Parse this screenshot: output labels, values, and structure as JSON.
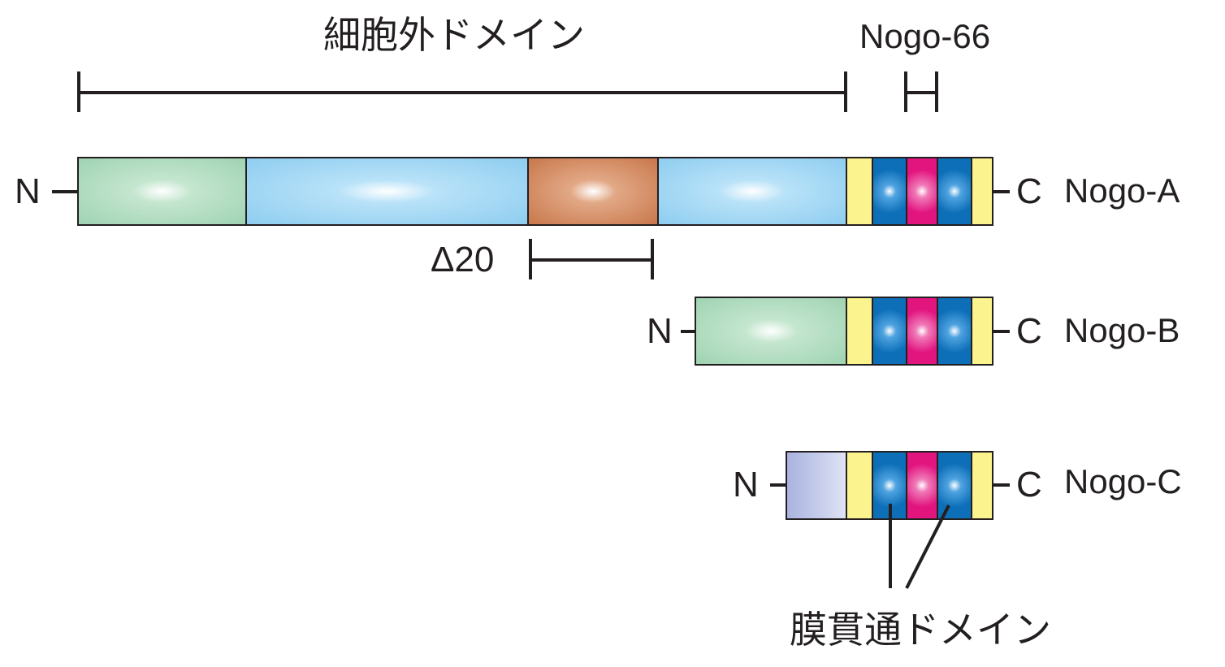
{
  "labels": {
    "extracellular_domain": "細胞外ドメイン",
    "nogo66": "Nogo-66",
    "delta20": "Δ20",
    "transmembrane_domain": "膜貫通ドメイン"
  },
  "terminals": {
    "n": "N",
    "c": "C"
  },
  "isoforms": [
    {
      "name": "Nogo-A"
    },
    {
      "name": "Nogo-B"
    },
    {
      "name": "Nogo-C"
    }
  ],
  "colors": {
    "green": "#9fd3b2",
    "light_blue": "#8ecdf0",
    "orange": "#c8774a",
    "lavender": "#a9b3de",
    "yellow": "#fbf48e",
    "tm_blue": "#0d6fb8",
    "magenta": "#e2157f",
    "outline": "#231f20"
  }
}
